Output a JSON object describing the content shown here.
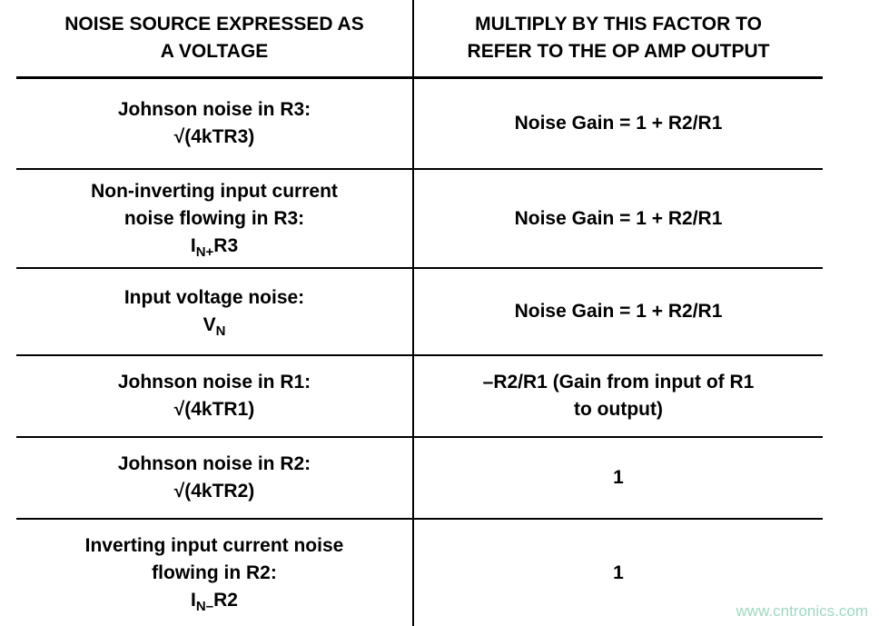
{
  "header": {
    "col1": "NOISE SOURCE EXPRESSED AS\nA VOLTAGE",
    "col2": "MULTIPLY BY THIS FACTOR TO\nREFER TO THE OP AMP OUTPUT"
  },
  "rows": [
    {
      "source_lines": [
        [
          {
            "t": "Johnson noise in R3:"
          }
        ],
        [
          {
            "t": "√(4kTR3)"
          }
        ]
      ],
      "factor_lines": [
        [
          {
            "t": "Noise Gain = 1 + R2/R1"
          }
        ]
      ]
    },
    {
      "source_lines": [
        [
          {
            "t": "Non-inverting input current"
          }
        ],
        [
          {
            "t": "noise flowing in R3:"
          }
        ],
        [
          {
            "t": "I"
          },
          {
            "t": "N+",
            "sub": true
          },
          {
            "t": "R3"
          }
        ]
      ],
      "factor_lines": [
        [
          {
            "t": "Noise Gain = 1 + R2/R1"
          }
        ]
      ]
    },
    {
      "source_lines": [
        [
          {
            "t": "Input voltage noise:"
          }
        ],
        [
          {
            "t": "V"
          },
          {
            "t": "N",
            "sub": true
          }
        ]
      ],
      "factor_lines": [
        [
          {
            "t": "Noise Gain = 1 + R2/R1"
          }
        ]
      ]
    },
    {
      "source_lines": [
        [
          {
            "t": "Johnson noise in R1:"
          }
        ],
        [
          {
            "t": "√(4kTR1)"
          }
        ]
      ],
      "factor_lines": [
        [
          {
            "t": "–R2/R1 (Gain from input of R1"
          }
        ],
        [
          {
            "t": "to output)"
          }
        ]
      ]
    },
    {
      "source_lines": [
        [
          {
            "t": "Johnson noise in R2:"
          }
        ],
        [
          {
            "t": "√(4kTR2)"
          }
        ]
      ],
      "factor_lines": [
        [
          {
            "t": "1"
          }
        ]
      ]
    },
    {
      "source_lines": [
        [
          {
            "t": "Inverting input current noise"
          }
        ],
        [
          {
            "t": "flowing in R2:"
          }
        ],
        [
          {
            "t": "I"
          },
          {
            "t": "N–",
            "sub": true
          },
          {
            "t": "R2"
          }
        ]
      ],
      "factor_lines": [
        [
          {
            "t": "1"
          }
        ]
      ]
    }
  ],
  "watermark": "www.cntronics.com",
  "colors": {
    "text": "#000000",
    "border": "#000000",
    "watermark": "#a0d8c2",
    "background": "#ffffff"
  }
}
